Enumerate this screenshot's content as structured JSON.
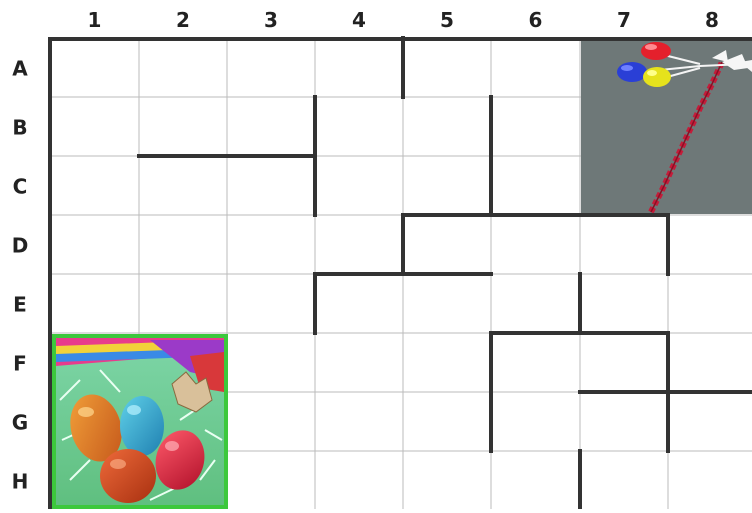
{
  "board": {
    "columns": [
      "1",
      "2",
      "3",
      "4",
      "5",
      "6",
      "7",
      "8"
    ],
    "rows": [
      "A",
      "B",
      "C",
      "D",
      "E",
      "F",
      "G",
      "H"
    ],
    "colors": {
      "grid_line": "#bbbbbb",
      "wall": "#333333",
      "frame": "#333333",
      "goal_highlight": "#3cc83c",
      "start_background": "#6e7878"
    }
  },
  "pieces": {
    "goal_basket": {
      "cells": "F1-H2",
      "image": "easter-egg-basket"
    },
    "start_balloons": {
      "cells": "A7-C8",
      "image": "egg-balloons-on-rope"
    }
  }
}
